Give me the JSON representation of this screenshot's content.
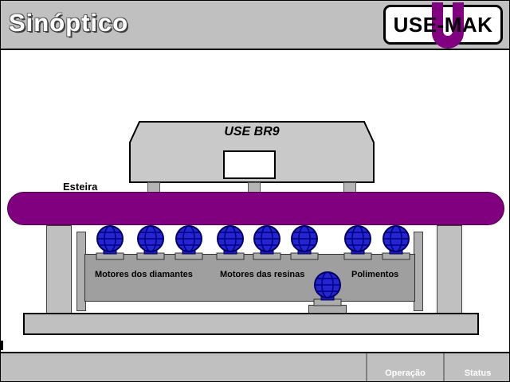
{
  "header": {
    "title": "Sinóptico",
    "logo_text": "USE-MAK"
  },
  "machine": {
    "name": "USE BR9",
    "conveyor_label": "Esteira",
    "groups": [
      "Motores dos diamantes",
      "Motores das resinas",
      "Polimentos"
    ],
    "motors": {
      "top_row_count": 8,
      "bottom_count": 1
    }
  },
  "footer": {
    "operation_label": "Operação",
    "status_label": "Status"
  },
  "icons": {
    "motor": "motor-fan-icon",
    "logo_shape": "usemak-u-icon"
  },
  "colors": {
    "header_bg": "#c0c0c0",
    "conveyor_purple": "#800080",
    "motor_blue": "#2424d0",
    "logo_purple": "#800080",
    "frame_gray": "#9f9f9f"
  }
}
